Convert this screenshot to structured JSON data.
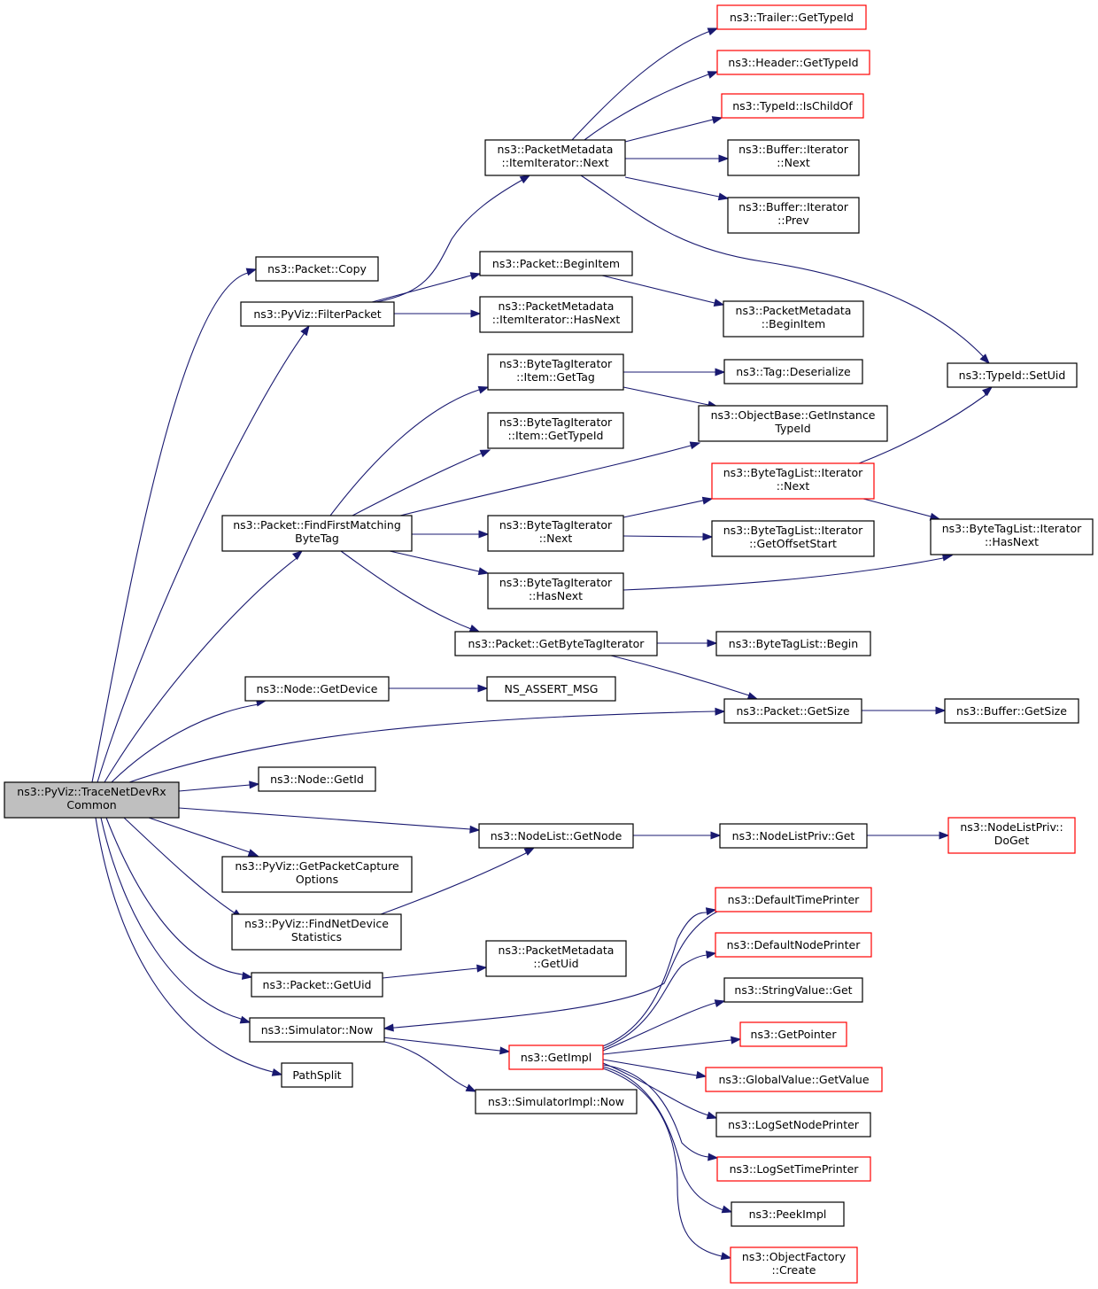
{
  "colors": {
    "edge": "#191970",
    "border_normal": "#000000",
    "border_truncated": "#ff0000",
    "root_fill": "#bfbfbf",
    "node_fill": "#ffffff"
  },
  "nodes": [
    {
      "id": "root",
      "lines": [
        "ns3::PyViz::TraceNetDevRx",
        "Common"
      ],
      "style": "root"
    },
    {
      "id": "copy",
      "lines": [
        "ns3::Packet::Copy"
      ],
      "style": "normal"
    },
    {
      "id": "filter",
      "lines": [
        "ns3::PyViz::FilterPacket"
      ],
      "style": "normal"
    },
    {
      "id": "findfirst",
      "lines": [
        "ns3::Packet::FindFirstMatching",
        "ByteTag"
      ],
      "style": "normal"
    },
    {
      "id": "getdevice",
      "lines": [
        "ns3::Node::GetDevice"
      ],
      "style": "normal"
    },
    {
      "id": "getid",
      "lines": [
        "ns3::Node::GetId"
      ],
      "style": "normal"
    },
    {
      "id": "capture",
      "lines": [
        "ns3::PyViz::GetPacketCapture",
        "Options"
      ],
      "style": "normal"
    },
    {
      "id": "findnet",
      "lines": [
        "ns3::PyViz::FindNetDevice",
        "Statistics"
      ],
      "style": "normal"
    },
    {
      "id": "getuid",
      "lines": [
        "ns3::Packet::GetUid"
      ],
      "style": "normal"
    },
    {
      "id": "simnow",
      "lines": [
        "ns3::Simulator::Now"
      ],
      "style": "normal"
    },
    {
      "id": "pathsplit",
      "lines": [
        "PathSplit"
      ],
      "style": "normal"
    },
    {
      "id": "pmnext",
      "lines": [
        "ns3::PacketMetadata",
        "::ItemIterator::Next"
      ],
      "style": "normal"
    },
    {
      "id": "beginitem",
      "lines": [
        "ns3::Packet::BeginItem"
      ],
      "style": "normal"
    },
    {
      "id": "pmhasnext",
      "lines": [
        "ns3::PacketMetadata",
        "::ItemIterator::HasNext"
      ],
      "style": "normal"
    },
    {
      "id": "btgettag",
      "lines": [
        "ns3::ByteTagIterator",
        "::Item::GetTag"
      ],
      "style": "normal"
    },
    {
      "id": "btgettypeid",
      "lines": [
        "ns3::ByteTagIterator",
        "::Item::GetTypeId"
      ],
      "style": "normal"
    },
    {
      "id": "btnext",
      "lines": [
        "ns3::ByteTagIterator",
        "::Next"
      ],
      "style": "normal"
    },
    {
      "id": "bthasnext",
      "lines": [
        "ns3::ByteTagIterator",
        "::HasNext"
      ],
      "style": "normal"
    },
    {
      "id": "getbtiter",
      "lines": [
        "ns3::Packet::GetByteTagIterator"
      ],
      "style": "normal"
    },
    {
      "id": "nsassert",
      "lines": [
        "NS_ASSERT_MSG"
      ],
      "style": "normal"
    },
    {
      "id": "getnode",
      "lines": [
        "ns3::NodeList::GetNode"
      ],
      "style": "normal"
    },
    {
      "id": "pmgetuid",
      "lines": [
        "ns3::PacketMetadata",
        "::GetUid"
      ],
      "style": "normal"
    },
    {
      "id": "getimpl",
      "lines": [
        "ns3::GetImpl"
      ],
      "style": "truncated"
    },
    {
      "id": "simimplnow",
      "lines": [
        "ns3::SimulatorImpl::Now"
      ],
      "style": "normal"
    },
    {
      "id": "trailer",
      "lines": [
        "ns3::Trailer::GetTypeId"
      ],
      "style": "truncated"
    },
    {
      "id": "header",
      "lines": [
        "ns3::Header::GetTypeId"
      ],
      "style": "truncated"
    },
    {
      "id": "ischild",
      "lines": [
        "ns3::TypeId::IsChildOf"
      ],
      "style": "truncated"
    },
    {
      "id": "bufnext",
      "lines": [
        "ns3::Buffer::Iterator",
        "::Next"
      ],
      "style": "normal"
    },
    {
      "id": "bufprev",
      "lines": [
        "ns3::Buffer::Iterator",
        "::Prev"
      ],
      "style": "normal"
    },
    {
      "id": "pmbegin",
      "lines": [
        "ns3::PacketMetadata",
        "::BeginItem"
      ],
      "style": "normal"
    },
    {
      "id": "tagdeser",
      "lines": [
        "ns3::Tag::Deserialize"
      ],
      "style": "normal"
    },
    {
      "id": "objbase",
      "lines": [
        "ns3::ObjectBase::GetInstance",
        "TypeId"
      ],
      "style": "normal"
    },
    {
      "id": "btlnext",
      "lines": [
        "ns3::ByteTagList::Iterator",
        "::Next"
      ],
      "style": "truncated"
    },
    {
      "id": "btloffset",
      "lines": [
        "ns3::ByteTagList::Iterator",
        "::GetOffsetStart"
      ],
      "style": "normal"
    },
    {
      "id": "btlbegin",
      "lines": [
        "ns3::ByteTagList::Begin"
      ],
      "style": "normal"
    },
    {
      "id": "pgetsize",
      "lines": [
        "ns3::Packet::GetSize"
      ],
      "style": "normal"
    },
    {
      "id": "nlpget",
      "lines": [
        "ns3::NodeListPriv::Get"
      ],
      "style": "normal"
    },
    {
      "id": "deftime",
      "lines": [
        "ns3::DefaultTimePrinter"
      ],
      "style": "truncated"
    },
    {
      "id": "defnode",
      "lines": [
        "ns3::DefaultNodePrinter"
      ],
      "style": "truncated"
    },
    {
      "id": "strget",
      "lines": [
        "ns3::StringValue::Get"
      ],
      "style": "normal"
    },
    {
      "id": "getptr",
      "lines": [
        "ns3::GetPointer"
      ],
      "style": "truncated"
    },
    {
      "id": "gvget",
      "lines": [
        "ns3::GlobalValue::GetValue"
      ],
      "style": "truncated"
    },
    {
      "id": "lognode",
      "lines": [
        "ns3::LogSetNodePrinter"
      ],
      "style": "normal"
    },
    {
      "id": "logtime",
      "lines": [
        "ns3::LogSetTimePrinter"
      ],
      "style": "truncated"
    },
    {
      "id": "peek",
      "lines": [
        "ns3::PeekImpl"
      ],
      "style": "normal"
    },
    {
      "id": "objfact",
      "lines": [
        "ns3::ObjectFactory",
        "::Create"
      ],
      "style": "truncated"
    },
    {
      "id": "setuid",
      "lines": [
        "ns3::TypeId::SetUid"
      ],
      "style": "normal"
    },
    {
      "id": "btlhasnext",
      "lines": [
        "ns3::ByteTagList::Iterator",
        "::HasNext"
      ],
      "style": "normal"
    },
    {
      "id": "bufgetsize",
      "lines": [
        "ns3::Buffer::GetSize"
      ],
      "style": "normal"
    },
    {
      "id": "nlpdoget",
      "lines": [
        "ns3::NodeListPriv::",
        "DoGet"
      ],
      "style": "truncated"
    }
  ],
  "edges": [
    {
      "from": "root",
      "to": "copy"
    },
    {
      "from": "root",
      "to": "filter"
    },
    {
      "from": "root",
      "to": "findfirst"
    },
    {
      "from": "root",
      "to": "getdevice"
    },
    {
      "from": "root",
      "to": "pgetsize"
    },
    {
      "from": "root",
      "to": "getid"
    },
    {
      "from": "root",
      "to": "getnode"
    },
    {
      "from": "root",
      "to": "capture"
    },
    {
      "from": "root",
      "to": "findnet"
    },
    {
      "from": "root",
      "to": "getuid"
    },
    {
      "from": "root",
      "to": "simnow"
    },
    {
      "from": "root",
      "to": "pathsplit"
    },
    {
      "from": "filter",
      "to": "pmnext"
    },
    {
      "from": "filter",
      "to": "beginitem"
    },
    {
      "from": "filter",
      "to": "pmhasnext"
    },
    {
      "from": "pmnext",
      "to": "trailer"
    },
    {
      "from": "pmnext",
      "to": "header"
    },
    {
      "from": "pmnext",
      "to": "ischild"
    },
    {
      "from": "pmnext",
      "to": "bufnext"
    },
    {
      "from": "pmnext",
      "to": "bufprev"
    },
    {
      "from": "pmnext",
      "to": "setuid"
    },
    {
      "from": "beginitem",
      "to": "pmbegin"
    },
    {
      "from": "findfirst",
      "to": "btgettag"
    },
    {
      "from": "findfirst",
      "to": "btgettypeid"
    },
    {
      "from": "findfirst",
      "to": "objbase"
    },
    {
      "from": "findfirst",
      "to": "btnext"
    },
    {
      "from": "findfirst",
      "to": "bthasnext"
    },
    {
      "from": "findfirst",
      "to": "getbtiter"
    },
    {
      "from": "btgettag",
      "to": "tagdeser"
    },
    {
      "from": "btgettag",
      "to": "objbase"
    },
    {
      "from": "btnext",
      "to": "btlnext"
    },
    {
      "from": "btnext",
      "to": "btloffset"
    },
    {
      "from": "bthasnext",
      "to": "btlhasnext"
    },
    {
      "from": "btlnext",
      "to": "setuid"
    },
    {
      "from": "btlnext",
      "to": "btlhasnext"
    },
    {
      "from": "getbtiter",
      "to": "btlbegin"
    },
    {
      "from": "getbtiter",
      "to": "pgetsize"
    },
    {
      "from": "pgetsize",
      "to": "bufgetsize"
    },
    {
      "from": "getdevice",
      "to": "nsassert"
    },
    {
      "from": "getnode",
      "to": "nlpget"
    },
    {
      "from": "nlpget",
      "to": "nlpdoget"
    },
    {
      "from": "findnet",
      "to": "getnode"
    },
    {
      "from": "getuid",
      "to": "pmgetuid"
    },
    {
      "from": "simnow",
      "to": "getimpl"
    },
    {
      "from": "simnow",
      "to": "simimplnow"
    },
    {
      "from": "getimpl",
      "to": "deftime"
    },
    {
      "from": "getimpl",
      "to": "defnode"
    },
    {
      "from": "getimpl",
      "to": "strget"
    },
    {
      "from": "getimpl",
      "to": "getptr"
    },
    {
      "from": "getimpl",
      "to": "gvget"
    },
    {
      "from": "getimpl",
      "to": "lognode"
    },
    {
      "from": "getimpl",
      "to": "logtime"
    },
    {
      "from": "getimpl",
      "to": "peek"
    },
    {
      "from": "getimpl",
      "to": "objfact"
    },
    {
      "from": "deftime",
      "to": "simnow"
    }
  ]
}
